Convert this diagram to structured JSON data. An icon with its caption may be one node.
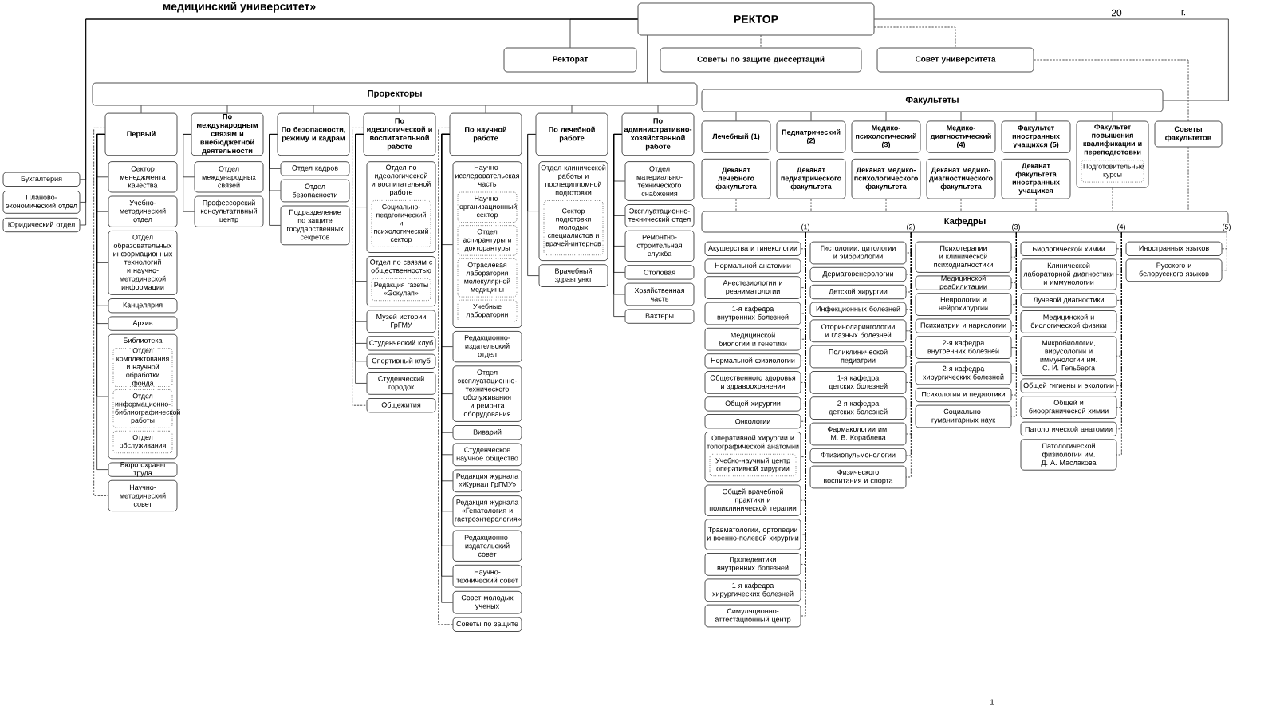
{
  "diagram": {
    "title": "медицинский университет»",
    "nodes": [
      {
        "text": [
          "РЕКТОР"
        ]
      },
      {
        "text": [
          "Ректорат"
        ]
      },
      {
        "text": [
          "Советы по защите диссертаций"
        ]
      },
      {
        "text": [
          "Совет университета"
        ]
      },
      {
        "text": [
          "Проректоры"
        ]
      },
      {
        "text": [
          "Факультеты"
        ]
      },
      {
        "text": [
          "Бухгалтерия"
        ]
      },
      {
        "text": [
          "Планово-экономический отдел"
        ]
      },
      {
        "text": [
          "Юридический отдел"
        ]
      },
      {
        "text": [
          "Первый"
        ]
      },
      {
        "text": [
          "По международным связям и внебюджетной деятельности"
        ]
      },
      {
        "text": [
          "По безопасности, режиму и кадрам"
        ]
      },
      {
        "text": [
          "По идеологической и воспитательной работе"
        ]
      },
      {
        "text": [
          "По научной работе"
        ]
      },
      {
        "text": [
          "По лечебной работе"
        ]
      },
      {
        "text": [
          "По административно-хозяйственной работе"
        ]
      },
      {
        "text": [
          "Сектор менеджмента качества"
        ]
      },
      {
        "text": [
          "Учебно-методический отдел"
        ]
      },
      {
        "text": [
          "Отдел образовательных информационных технологий и научно-методической информации"
        ]
      },
      {
        "text": [
          "Канцелярия"
        ]
      },
      {
        "text": [
          "Архив"
        ]
      },
      {
        "text": [
          "Библиотека"
        ]
      },
      {
        "text": [
          "Отдел комплектования и научной обработки фонда"
        ],
        "in": 21
      },
      {
        "text": [
          "Отдел информационно-библиографической работы"
        ],
        "in": 21
      },
      {
        "text": [
          "Отдел обслуживания"
        ],
        "in": 21
      },
      {
        "text": [
          "Бюро охраны труда"
        ]
      },
      {
        "text": [
          "Научно-методический совет"
        ]
      },
      {
        "text": [
          "Отдел международных связей"
        ]
      },
      {
        "text": [
          "Профессорский консультативный центр"
        ]
      },
      {
        "text": [
          "Отдел кадров"
        ]
      },
      {
        "text": [
          "Отдел безопасности"
        ]
      },
      {
        "text": [
          "Подразделение по защите государственных секретов"
        ]
      },
      {
        "text": [
          "Отдел по идеологической и воспитательной работе"
        ]
      },
      {
        "text": [
          "Социально-педагогический и психологический сектор"
        ],
        "in": 32
      },
      {
        "text": [
          "Отдел по связям с общественностью"
        ]
      },
      {
        "text": [
          "Редакция газеты «Эскулап»"
        ],
        "in": 34
      },
      {
        "text": [
          "Музей истории ГрГМУ"
        ]
      },
      {
        "text": [
          "Студенческий клуб"
        ]
      },
      {
        "text": [
          "Спортивный клуб"
        ]
      },
      {
        "text": [
          "Студенческий городок"
        ]
      },
      {
        "text": [
          "Общежития"
        ]
      },
      {
        "text": [
          "Научно-исследовательская часть"
        ]
      },
      {
        "text": [
          "Научно-организационный сектор"
        ],
        "in": 41
      },
      {
        "text": [
          "Отдел аспирантуры и докторантуры"
        ],
        "in": 41
      },
      {
        "text": [
          "Отраслевая лаборатория молекулярной медицины"
        ],
        "in": 41
      },
      {
        "text": [
          "Учебные лаборатории"
        ],
        "in": 41
      },
      {
        "text": [
          "Редакционно-издательский отдел"
        ]
      },
      {
        "text": [
          "Отдел эксплуатационно-технического обслуживания и ремонта оборудования"
        ]
      },
      {
        "text": [
          "Виварий"
        ]
      },
      {
        "text": [
          "Студенческое научное общество"
        ]
      },
      {
        "text": [
          "Редакция журнала «Журнал ГрГМУ»"
        ]
      },
      {
        "text": [
          "Редакция журнала «Гепатология и гастроэнтерология»"
        ]
      },
      {
        "text": [
          "Редакционно-издательский совет"
        ]
      },
      {
        "text": [
          "Научно-технический совет"
        ]
      },
      {
        "text": [
          "Совет молодых ученых"
        ]
      },
      {
        "text": [
          "Советы по защите"
        ]
      },
      {
        "text": [
          "Отдел клинической работы и последипломной подготовки"
        ]
      },
      {
        "text": [
          "Сектор подготовки молодых специалистов и врачей-интернов"
        ],
        "in": 56
      },
      {
        "text": [
          "Врачебный здравпункт"
        ]
      },
      {
        "text": [
          "Отдел материально-технического снабжения"
        ]
      },
      {
        "text": [
          "Эксплуатационно-технический отдел"
        ]
      },
      {
        "text": [
          "Ремонтно-строительная служба"
        ]
      },
      {
        "text": [
          "Столовая"
        ]
      },
      {
        "text": [
          "Хозяйственная часть"
        ]
      },
      {
        "text": [
          "Вахтеры"
        ]
      },
      {
        "text": [
          "Лечебный (1)"
        ]
      },
      {
        "text": [
          "Педиатрический (2)"
        ]
      },
      {
        "text": [
          "Медико-психологический (3)"
        ]
      },
      {
        "text": [
          "Медико-диагностический (4)"
        ]
      },
      {
        "text": [
          "Факультет иностранных учащихся (5)"
        ]
      },
      {
        "text": [
          "Факультет повышения квалификации и переподготовки"
        ]
      },
      {
        "text": [
          "Подготовительные курсы"
        ],
        "in": 70
      },
      {
        "text": [
          "Советы факультетов"
        ]
      },
      {
        "text": [
          "Деканат лечебного факультета"
        ]
      },
      {
        "text": [
          "Деканат педиатрического факультета"
        ]
      },
      {
        "text": [
          "Деканат медико-психологического факультета"
        ]
      },
      {
        "text": [
          "Деканат медико-диагностического факультета"
        ]
      },
      {
        "text": [
          "Деканат факультета иностранных учащихся"
        ]
      },
      {
        "text": [
          "Кафедры"
        ]
      },
      {
        "text": [
          "Акушерства и гинекологии"
        ]
      },
      {
        "text": [
          "Нормальной анатомии"
        ]
      },
      {
        "text": [
          "Анестезиологии и реаниматологии"
        ]
      },
      {
        "text": [
          "1-я кафедра внутренних болезней"
        ]
      },
      {
        "text": [
          "Медицинской биологии и генетики"
        ]
      },
      {
        "text": [
          "Нормальной физиологии"
        ]
      },
      {
        "text": [
          "Общественного здоровья и здравоохранения"
        ]
      },
      {
        "text": [
          "Общей хирургии"
        ]
      },
      {
        "text": [
          "Онкологии"
        ]
      },
      {
        "text": [
          "Оперативной хирургии и топографической анатомии"
        ]
      },
      {
        "text": [
          "Учебно-научный центр оперативной хирургии"
        ],
        "in": 88
      },
      {
        "text": [
          "Общей врачебной практики и поликлинической терапии"
        ]
      },
      {
        "text": [
          "Травматологии, ортопедии и военно-полевой хирургии"
        ]
      },
      {
        "text": [
          "Пропедевтики внутренних болезней"
        ]
      },
      {
        "text": [
          "1-я кафедра хирургических болезней"
        ]
      },
      {
        "text": [
          "Симуляционно-аттестационный центр"
        ]
      },
      {
        "text": [
          "Гистологии, цитологии и эмбриологии"
        ]
      },
      {
        "text": [
          "Дерматовенерологии"
        ]
      },
      {
        "text": [
          "Детской хирургии"
        ]
      },
      {
        "text": [
          "Инфекционных болезней"
        ]
      },
      {
        "text": [
          "Оториноларингологии и глазных болезней"
        ]
      },
      {
        "text": [
          "Поликлинической педиатрии"
        ]
      },
      {
        "text": [
          "1-я кафедра детских болезней"
        ]
      },
      {
        "text": [
          "2-я кафедра детских болезней"
        ]
      },
      {
        "text": [
          "Фармакологии им. М. В. Кораблева"
        ]
      },
      {
        "text": [
          "Фтизиопульмонологии"
        ]
      },
      {
        "text": [
          "Физического воспитания и спорта"
        ]
      },
      {
        "text": [
          "Психотерапии и клинической психодиагностики"
        ]
      },
      {
        "text": [
          "Медицинской реабилитации"
        ]
      },
      {
        "text": [
          "Неврологии и нейрохирургии"
        ]
      },
      {
        "text": [
          "Психиатрии и наркологии"
        ]
      },
      {
        "text": [
          "2-я кафедра внутренних болезней"
        ]
      },
      {
        "text": [
          "2-я кафедра хирургических болезней"
        ]
      },
      {
        "text": [
          "Психологии и педагогики"
        ]
      },
      {
        "text": [
          "Социально-гуманитарных наук"
        ]
      },
      {
        "text": [
          "Биологической химии"
        ]
      },
      {
        "text": [
          "Клинической лабораторной диагностики и иммунологии"
        ]
      },
      {
        "text": [
          "Лучевой диагностики"
        ]
      },
      {
        "text": [
          "Медицинской и биологической физики"
        ]
      },
      {
        "text": [
          "Микробиологии, вирусологии и иммунологии им. С. И. Гельберга"
        ]
      },
      {
        "text": [
          "Общей гигиены и экологии"
        ]
      },
      {
        "text": [
          "Общей и биоорганической химии"
        ]
      },
      {
        "text": [
          "Патологической анатомии"
        ]
      },
      {
        "text": [
          "Патологической физиологии им. Д. А. Маслакова"
        ]
      },
      {
        "text": [
          "Иностранных языков"
        ]
      },
      {
        "text": [
          "Русского и белорусского языков"
        ]
      }
    ],
    "edges": [
      {
        "from": 0,
        "to": 1,
        "arrow": "none"
      },
      {
        "from": 0,
        "to": 2,
        "arrow": "none",
        "style": "dashed"
      },
      {
        "from": 0,
        "to": 3,
        "arrow": "none",
        "style": "dashed"
      },
      {
        "from": 0,
        "to": 4,
        "arrow": "none"
      },
      {
        "from": 0,
        "to": 5,
        "arrow": "none"
      },
      {
        "from": 0,
        "to": 6,
        "arrow": "none"
      },
      {
        "from": 0,
        "to": 7,
        "arrow": "none"
      },
      {
        "from": 0,
        "to": 8,
        "arrow": "none"
      },
      {
        "from": 4,
        "to": 9,
        "arrow": "none"
      },
      {
        "from": 4,
        "to": 10,
        "arrow": "none"
      },
      {
        "from": 4,
        "to": 11,
        "arrow": "none"
      },
      {
        "from": 4,
        "to": 12,
        "arrow": "none"
      },
      {
        "from": 4,
        "to": 13,
        "arrow": "none"
      },
      {
        "from": 4,
        "to": 14,
        "arrow": "none"
      },
      {
        "from": 4,
        "to": 15,
        "arrow": "none"
      },
      {
        "from": 9,
        "to": 16,
        "arrow": "none"
      },
      {
        "from": 9,
        "to": 17,
        "arrow": "none"
      },
      {
        "from": 9,
        "to": 18,
        "arrow": "none"
      },
      {
        "from": 9,
        "to": 19,
        "arrow": "none"
      },
      {
        "from": 9,
        "to": 20,
        "arrow": "none"
      },
      {
        "from": 9,
        "to": 21,
        "arrow": "none"
      },
      {
        "from": 9,
        "to": 25,
        "arrow": "none"
      },
      {
        "from": 9,
        "to": 26,
        "arrow": "none",
        "style": "dashed"
      },
      {
        "from": 10,
        "to": 27,
        "arrow": "none"
      },
      {
        "from": 10,
        "to": 28,
        "arrow": "none"
      },
      {
        "from": 11,
        "to": 29,
        "arrow": "none"
      },
      {
        "from": 11,
        "to": 30,
        "arrow": "none"
      },
      {
        "from": 11,
        "to": 31,
        "arrow": "none"
      },
      {
        "from": 12,
        "to": 32,
        "arrow": "none"
      },
      {
        "from": 12,
        "to": 34,
        "arrow": "none"
      },
      {
        "from": 12,
        "to": 36,
        "arrow": "none"
      },
      {
        "from": 12,
        "to": 37,
        "arrow": "none"
      },
      {
        "from": 12,
        "to": 38,
        "arrow": "none"
      },
      {
        "from": 12,
        "to": 39,
        "arrow": "none"
      },
      {
        "from": 12,
        "to": 40,
        "arrow": "none",
        "style": "dashed"
      },
      {
        "from": 13,
        "to": 41,
        "arrow": "none"
      },
      {
        "from": 13,
        "to": 46,
        "arrow": "none"
      },
      {
        "from": 13,
        "to": 47,
        "arrow": "none"
      },
      {
        "from": 13,
        "to": 48,
        "arrow": "none"
      },
      {
        "from": 13,
        "to": 49,
        "arrow": "none"
      },
      {
        "from": 13,
        "to": 50,
        "arrow": "none"
      },
      {
        "from": 13,
        "to": 51,
        "arrow": "none"
      },
      {
        "from": 13,
        "to": 52,
        "arrow": "none"
      },
      {
        "from": 13,
        "to": 53,
        "arrow": "none"
      },
      {
        "from": 13,
        "to": 54,
        "arrow": "none"
      },
      {
        "from": 13,
        "to": 55,
        "arrow": "none",
        "style": "dashed"
      },
      {
        "from": 14,
        "to": 56,
        "arrow": "none"
      },
      {
        "from": 14,
        "to": 58,
        "arrow": "none"
      },
      {
        "from": 15,
        "to": 59,
        "arrow": "none"
      },
      {
        "from": 15,
        "to": 60,
        "arrow": "none"
      },
      {
        "from": 15,
        "to": 61,
        "arrow": "none"
      },
      {
        "from": 15,
        "to": 62,
        "arrow": "none"
      },
      {
        "from": 15,
        "to": 63,
        "arrow": "none"
      },
      {
        "from": 15,
        "to": 64,
        "arrow": "none"
      },
      {
        "from": 5,
        "to": 65,
        "arrow": "none"
      },
      {
        "from": 5,
        "to": 66,
        "arrow": "none"
      },
      {
        "from": 5,
        "to": 67,
        "arrow": "none"
      },
      {
        "from": 5,
        "to": 68,
        "arrow": "none"
      },
      {
        "from": 5,
        "to": 69,
        "arrow": "none"
      },
      {
        "from": 5,
        "to": 70,
        "arrow": "none"
      },
      {
        "from": 3,
        "to": 72,
        "arrow": "none",
        "style": "dashed"
      },
      {
        "from": 72,
        "to": 78,
        "arrow": "none",
        "style": "dashed"
      },
      {
        "from": 73,
        "to": 78,
        "arrow": "none",
        "style": "dashed"
      },
      {
        "from": 74,
        "to": 78,
        "arrow": "none",
        "style": "dashed"
      },
      {
        "from": 75,
        "to": 78,
        "arrow": "none",
        "style": "dashed"
      },
      {
        "from": 76,
        "to": 78,
        "arrow": "none",
        "style": "dashed"
      },
      {
        "from": 77,
        "to": 78,
        "arrow": "none",
        "style": "dashed"
      },
      {
        "from": 70,
        "to": 78,
        "arrow": "none",
        "style": "dashed"
      },
      {
        "from": 78,
        "to": 79,
        "arrow": "none",
        "style": "dashed"
      },
      {
        "from": 78,
        "to": 80,
        "arrow": "none",
        "style": "dashed"
      },
      {
        "from": 78,
        "to": 81,
        "arrow": "none",
        "style": "dashed"
      },
      {
        "from": 78,
        "to": 82,
        "arrow": "none",
        "style": "dashed"
      },
      {
        "from": 78,
        "to": 83,
        "arrow": "none",
        "style": "dashed"
      },
      {
        "from": 78,
        "to": 84,
        "arrow": "none",
        "style": "dashed"
      },
      {
        "from": 78,
        "to": 85,
        "arrow": "none",
        "style": "dashed"
      },
      {
        "from": 78,
        "to": 86,
        "arrow": "none",
        "style": "dashed"
      },
      {
        "from": 78,
        "to": 87,
        "arrow": "none",
        "style": "dashed"
      },
      {
        "from": 78,
        "to": 88,
        "arrow": "none",
        "style": "dashed"
      },
      {
        "from": 78,
        "to": 90,
        "arrow": "none",
        "style": "dashed"
      },
      {
        "from": 78,
        "to": 91,
        "arrow": "none",
        "style": "dashed"
      },
      {
        "from": 78,
        "to": 92,
        "arrow": "none",
        "style": "dashed"
      },
      {
        "from": 78,
        "to": 93,
        "arrow": "none",
        "style": "dashed"
      },
      {
        "from": 78,
        "to": 94,
        "arrow": "none",
        "style": "dashed"
      },
      {
        "from": 78,
        "to": 95,
        "arrow": "none",
        "style": "dashed"
      },
      {
        "from": 78,
        "to": 96,
        "arrow": "none",
        "style": "dashed"
      },
      {
        "from": 78,
        "to": 97,
        "arrow": "none",
        "style": "dashed"
      },
      {
        "from": 78,
        "to": 98,
        "arrow": "none",
        "style": "dashed"
      },
      {
        "from": 78,
        "to": 99,
        "arrow": "none",
        "style": "dashed"
      },
      {
        "from": 78,
        "to": 100,
        "arrow": "none",
        "style": "dashed"
      },
      {
        "from": 78,
        "to": 101,
        "arrow": "none",
        "style": "dashed"
      },
      {
        "from": 78,
        "to": 102,
        "arrow": "none",
        "style": "dashed"
      },
      {
        "from": 78,
        "to": 103,
        "arrow": "none",
        "style": "dashed"
      },
      {
        "from": 78,
        "to": 104,
        "arrow": "none",
        "style": "dashed"
      },
      {
        "from": 78,
        "to": 105,
        "arrow": "none",
        "style": "dashed"
      },
      {
        "from": 78,
        "to": 106,
        "arrow": "none",
        "style": "dashed"
      },
      {
        "from": 78,
        "to": 107,
        "arrow": "none",
        "style": "dashed"
      },
      {
        "from": 78,
        "to": 108,
        "arrow": "none",
        "style": "dashed"
      },
      {
        "from": 78,
        "to": 109,
        "arrow": "none",
        "style": "dashed"
      },
      {
        "from": 78,
        "to": 110,
        "arrow": "none",
        "style": "dashed"
      },
      {
        "from": 78,
        "to": 111,
        "arrow": "none",
        "style": "dashed"
      },
      {
        "from": 78,
        "to": 112,
        "arrow": "none",
        "style": "dashed"
      },
      {
        "from": 78,
        "to": 113,
        "arrow": "none",
        "style": "dashed"
      },
      {
        "from": 78,
        "to": 114,
        "arrow": "none",
        "style": "dashed"
      },
      {
        "from": 78,
        "to": 115,
        "arrow": "none",
        "style": "dashed"
      },
      {
        "from": 78,
        "to": 116,
        "arrow": "none",
        "style": "dashed"
      },
      {
        "from": 78,
        "to": 117,
        "arrow": "none",
        "style": "dashed"
      },
      {
        "from": 78,
        "to": 118,
        "arrow": "none",
        "style": "dashed"
      },
      {
        "from": 78,
        "to": 119,
        "arrow": "none",
        "style": "dashed"
      },
      {
        "from": 78,
        "to": 120,
        "arrow": "none",
        "style": "dashed"
      },
      {
        "from": 78,
        "to": 121,
        "arrow": "none",
        "style": "dashed"
      },
      {
        "from": 78,
        "to": 122,
        "arrow": "none",
        "style": "dashed"
      },
      {
        "from": 78,
        "to": 123,
        "arrow": "none",
        "style": "dashed"
      },
      {
        "from": 78,
        "to": 124,
        "arrow": "none",
        "style": "dashed"
      }
    ],
    "labels": [
      "20",
      "г.",
      "(1)",
      "(2)",
      "(3)",
      "(4)",
      "(5)",
      "1"
    ]
  }
}
